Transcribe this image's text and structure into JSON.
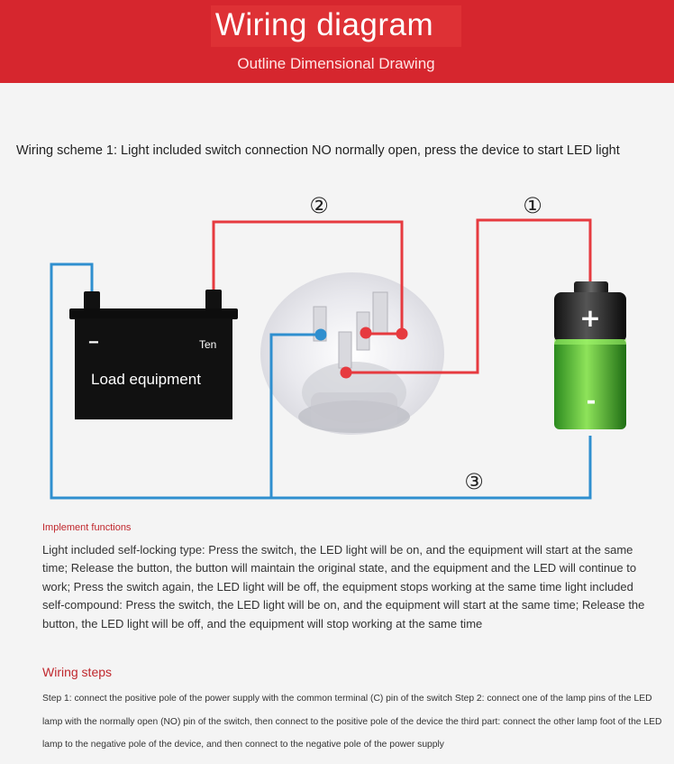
{
  "header": {
    "title": "Wiring diagram",
    "subtitle": "Outline Dimensional Drawing"
  },
  "scheme_text": "Wiring scheme 1: Light included switch connection NO normally open, press the device to start LED light",
  "diagram": {
    "marker_1": "①",
    "marker_2": "②",
    "marker_3": "③",
    "load": {
      "minus_sign": "−",
      "tag": "Ten",
      "label": "Load equipment"
    },
    "battery": {
      "plus": "+",
      "minus": "-"
    },
    "colors": {
      "red_wire": "#e63a3f",
      "blue_wire": "#2f8fcf",
      "header": "#d6262e"
    }
  },
  "implement": {
    "title": "Implement functions",
    "text": "Light included self-locking type: Press the switch, the LED light will be on, and the equipment will start at the same time; Release the button, the button will maintain the original state, and the equipment and the LED will continue to work; Press the switch again, the LED light will be off, the equipment stops working at the same time light included self-compound: Press the switch, the LED light will be on, and the equipment will start at the same time; Release the button, the LED light will be off, and the equipment will stop working at the same time"
  },
  "wiring_steps": {
    "title": "Wiring steps",
    "text": "Step 1: connect the positive pole of the power supply with the common terminal (C) pin of the switch Step 2: connect one of the lamp pins of the LED lamp with the normally open (NO) pin of the switch, then connect to the positive pole of the device the third part: connect the other lamp foot of the LED lamp to the negative pole of the device, and then connect to the negative pole of the power supply"
  }
}
